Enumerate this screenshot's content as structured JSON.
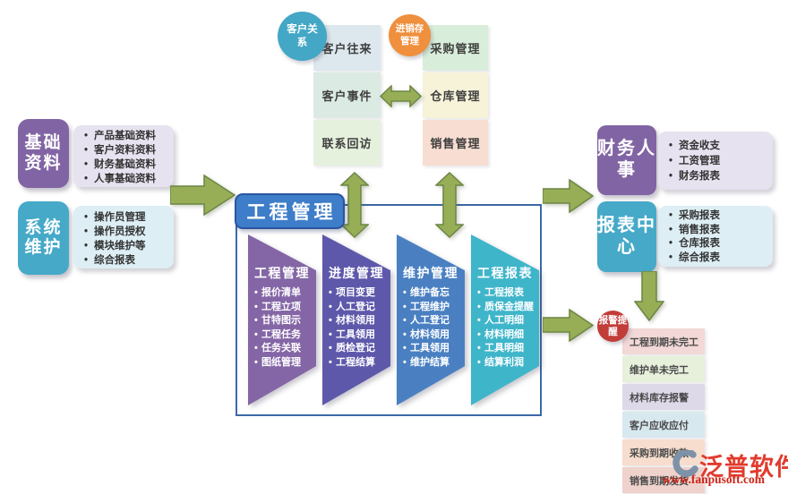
{
  "top": {
    "crm_circle": "客户关系",
    "crm_segments": [
      "客户往来",
      "客户事件",
      "联系回访"
    ],
    "inv_circle": "进销存管理",
    "inv_segments": [
      "采购管理",
      "仓库管理",
      "销售管理"
    ]
  },
  "left": {
    "base_badge": "基础资料",
    "base_items": [
      "产品基础资料",
      "客户资料资料",
      "财务基础资料",
      "人事基础资料"
    ],
    "system_badge": "系统维护",
    "system_items": [
      "操作员管理",
      "操作员授权",
      "模块维护等",
      "综合报表"
    ]
  },
  "center": {
    "header": "工程管理",
    "columns": [
      {
        "title": "工程管理",
        "color": "#8466a6",
        "items": [
          "报价清单",
          "工程立项",
          "甘特图示",
          "工程任务",
          "任务关联",
          "图纸管理"
        ]
      },
      {
        "title": "进度管理",
        "color": "#5e58ab",
        "items": [
          "项目变更",
          "人工登记",
          "材料领用",
          "工具领用",
          "质检登记",
          "工程结算"
        ]
      },
      {
        "title": "维护管理",
        "color": "#4a80c2",
        "items": [
          "维护备忘",
          "工程维护",
          "人工登记",
          "材料领用",
          "工具领用",
          "维护结算"
        ]
      },
      {
        "title": "工程报表",
        "color": "#3fb5ca",
        "items": [
          "工程报表",
          "质保金提醒",
          "人工明细",
          "材料明细",
          "工具明细",
          "结算利润"
        ]
      }
    ]
  },
  "right": {
    "finance_badge": "财务人事",
    "finance_items": [
      "资金收支",
      "工资管理",
      "财务报表"
    ],
    "reports_badge": "报表中心",
    "reports_items": [
      "采购报表",
      "销售报表",
      "仓库报表",
      "综合报表"
    ],
    "alarm_circle": "报警提醒",
    "alarm_rows": [
      {
        "label": "工程到期未完工",
        "color": "#f2d8d6"
      },
      {
        "label": "维护单未完工",
        "color": "#e7f0db"
      },
      {
        "label": "材料库存报警",
        "color": "#ded9e9"
      },
      {
        "label": "客户应收应付",
        "color": "#d8e8ef"
      },
      {
        "label": "采购到期收款",
        "color": "#f7ddcd"
      },
      {
        "label": "销售到期发货",
        "color": "#efd2cc"
      }
    ]
  },
  "segment_colors": {
    "crm": [
      "#dde8ee",
      "#dbeae3",
      "#e6f1dd"
    ],
    "inv": [
      "#d9eeda",
      "#f6f3d9",
      "#f8ddd2"
    ]
  },
  "brand": {
    "logo_text": "泛普软件",
    "url": "www.fanpusoft.com"
  },
  "palette": {
    "purple_badge": "#8164a3",
    "teal_badge": "#46a9c8",
    "orange_circle": "#f08f3d",
    "crm_circle_teal": "#43a7c5",
    "red_alarm_circle": "#c23c38",
    "arrow_green": "#97ae57",
    "arrow_border": "#6d8643",
    "header_blue": "#3e7dc9",
    "container_border": "#3b69a6",
    "logo_red": "#e23b2e"
  }
}
